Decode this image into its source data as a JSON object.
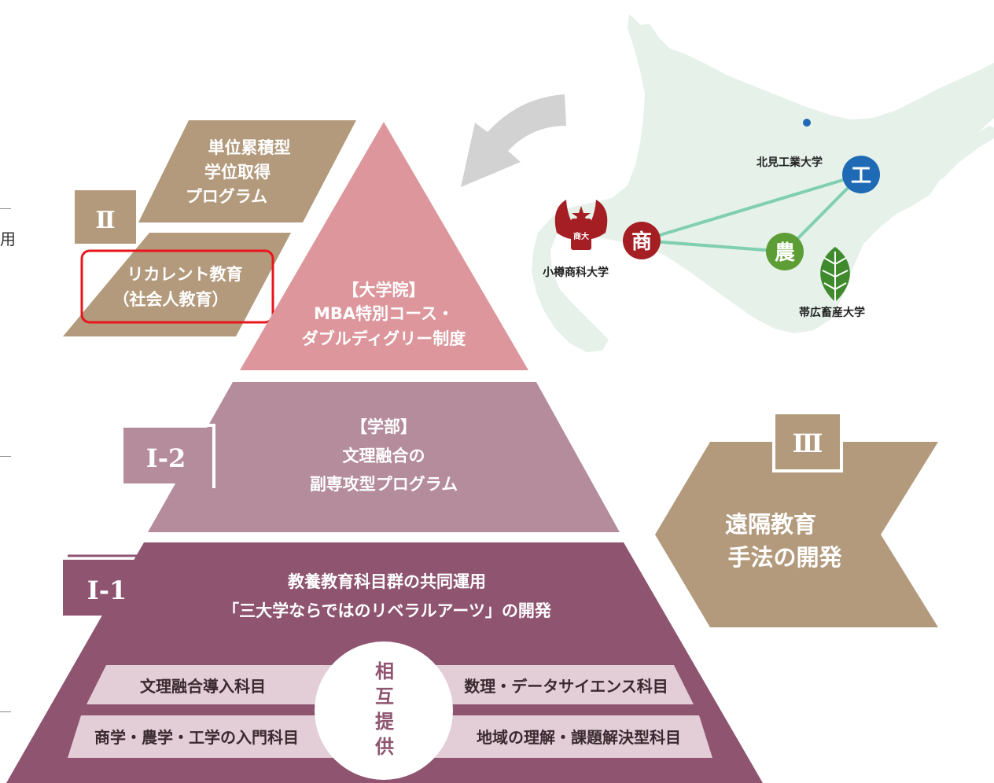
{
  "left_edge_char": "用",
  "box_roman_2": "Ⅱ",
  "box_2a": [
    "単位累積型",
    "学位取得",
    "プログラム"
  ],
  "box_2b": [
    "リカレント教育",
    "（社会人教育）"
  ],
  "tier_top": [
    "【大学院】",
    "MBA特別コース・",
    "ダブルディグリー制度"
  ],
  "tier_mid_label": "Ⅰ-2",
  "tier_mid": [
    "【学部】",
    "文理融合の",
    "副専攻型プログラム"
  ],
  "tier_bottom_label": "Ⅰ-1",
  "tier_bottom": [
    "教養教育科目群の共同運用",
    "「三大学ならではのリベラルアーツ」の開発"
  ],
  "subjects": {
    "top_left": "文理融合導入科目",
    "top_right": "数理・データサイエンス科目",
    "bottom_left": "商学・農学・工学の入門科目",
    "bottom_right": "地域の理解・課題解決型科目"
  },
  "mutual": [
    "相",
    "互",
    "提",
    "供"
  ],
  "box_roman_3": "Ⅲ",
  "remote": [
    "遠隔教育",
    "手法の開発"
  ],
  "universities": {
    "kitami": {
      "label": "北見工業大学",
      "node": "工"
    },
    "otaru": {
      "label": "小樽商科大学",
      "node": "商",
      "seal": "商大"
    },
    "obihiro": {
      "label": "帯広畜産大学",
      "node": "農"
    }
  },
  "colors": {
    "tan": "#b39a7c",
    "pink": "#dc969c",
    "mauve": "#b48c9c",
    "plum": "#8e5470",
    "band": "#e3cdd6",
    "map": "#e6f1ea",
    "highlight": "#e8151c",
    "node_kitami": "#1f6ab4",
    "node_otaru": "#a41e23",
    "node_obihiro": "#5c9e35",
    "link": "#7fcfb0"
  }
}
